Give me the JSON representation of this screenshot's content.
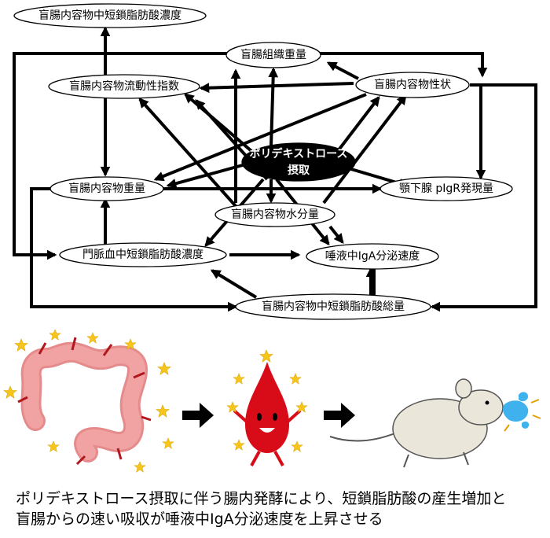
{
  "nodes": {
    "cecal_scfa_conc": "盲腸内容物中短鎖脂肪酸濃度",
    "cecal_tissue_weight": "盲腸組織重量",
    "cecal_fluidity": "盲腸内容物流動性指数",
    "cecal_properties": "盲腸内容物性状",
    "polydextrose_line1": "ポリデキストロース",
    "polydextrose_line2": "摂取",
    "cecal_content_weight": "盲腸内容物重量",
    "submandibular_pigr": "顎下腺 pIgR発現量",
    "cecal_water": "盲腸内容物水分量",
    "portal_scfa": "門脈血中短鎖脂肪酸濃度",
    "saliva_iga": "唾液中IgA分泌速度",
    "cecal_scfa_total": "盲腸内容物中短鎖脂肪酸総量"
  },
  "caption": {
    "line1": "ポリデキストロース摂取に伴う腸内発酵により、短鎖脂肪酸の産生増加と",
    "line2": "盲腸からの速い吸収が唾液中IgA分泌速度を上昇させる"
  },
  "colors": {
    "line": "#000000",
    "center_fill": "#000000",
    "node_fill": "#ffffff",
    "intestine": "#f1a3a3",
    "star": "#f6c51c",
    "drop": "#d80c18",
    "mouse": "#ebe6da",
    "saliva": "#3fb2ee"
  },
  "icons": [
    "intestine-icon",
    "right-arrow-icon",
    "blood-drop-icon",
    "mouse-icon",
    "saliva-drop-icon"
  ]
}
